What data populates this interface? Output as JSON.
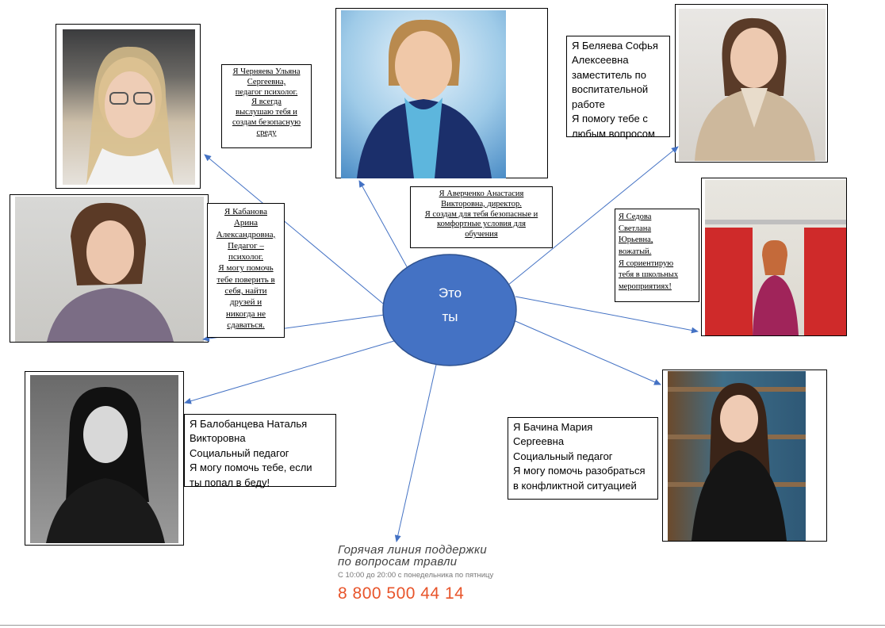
{
  "center": {
    "line1": "Это",
    "line2": "ты"
  },
  "colors": {
    "circle": "#4472c4",
    "circle_border": "#2f528f",
    "arrow": "#4472c4",
    "phone": "#e8542a"
  },
  "people": [
    {
      "id": "chernyaeva",
      "caption": "Я Черняева Ульяна\nСергеевна,\nпедагог психолог.\nЯ всегда\nвыслушаю тебя и\nсоздам безопасную\nсреду"
    },
    {
      "id": "averchenko",
      "caption": "Я Аверченко Анастасия\nВикторовна, директор.\nЯ создам для тебя безопасные и\nкомфортные условия для\nобучения"
    },
    {
      "id": "belyaeva",
      "caption": "Я Беляева Софья\nАлексеевна\nзаместитель по\nвоспитательной\nработе\nЯ помогу тебе с\nлюбым вопросом"
    },
    {
      "id": "kabanova",
      "caption": "Я Кабанова\nАрина\nАлександровна,\nПедагог –\nпсихолог.\nЯ могу помочь\nтебе поверить в\nсебя, найти\nдрузей и\nникогда не\nсдаваться."
    },
    {
      "id": "sedova",
      "caption": "Я Седова\nСветлана\nЮрьевна,\nвожатый.\nЯ сориентирую\nтебя в школьных\nмероприятиях!"
    },
    {
      "id": "balobantseva",
      "caption": "Я Балобанцева Наталья\nВикторовна\nСоциальный педагог\nЯ могу помочь тебе, если\nты попал в беду!"
    },
    {
      "id": "bachina",
      "caption": "Я  Бачина Мария\nСергеевна\nСоциальный педагог\nЯ могу помочь разобраться\nв конфликтной ситуацией"
    }
  ],
  "hotline": {
    "title_line1": "Горячая линия поддержки",
    "title_line2": "по вопросам травли",
    "hours": "С 10:00 до 20:00 с понедельника по пятницу",
    "phone": "8 800 500 44 14"
  }
}
